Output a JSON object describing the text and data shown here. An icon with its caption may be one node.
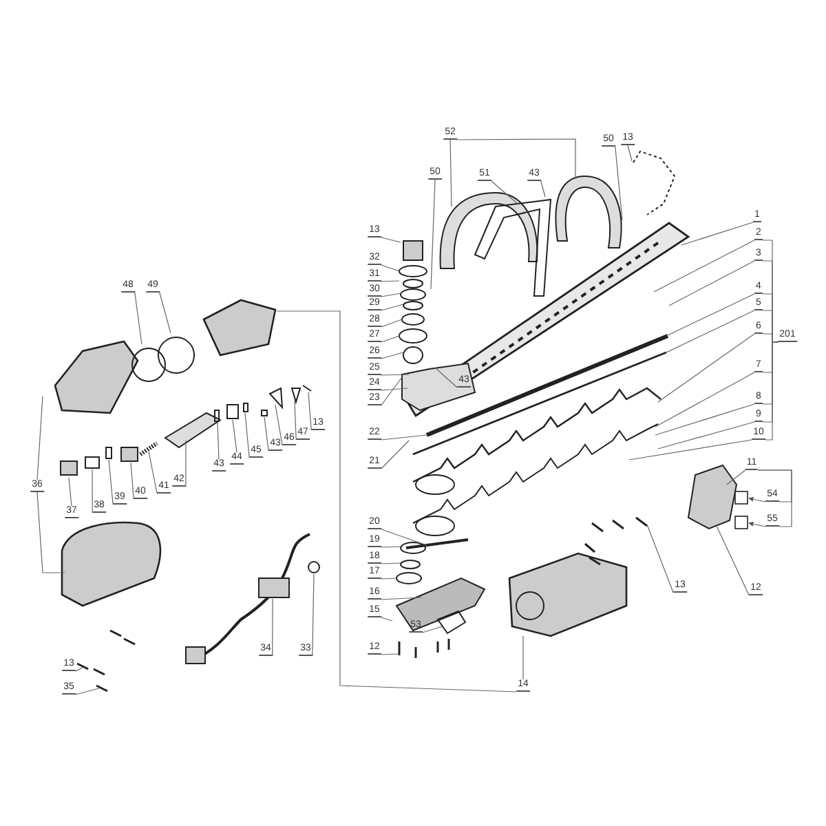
{
  "diagram": {
    "nodes": [
      {
        "text": [
          "52"
        ]
      },
      {
        "text": [
          "51"
        ]
      },
      {
        "text": [
          "43"
        ]
      },
      {
        "text": [
          "50"
        ]
      },
      {
        "text": [
          "13"
        ]
      },
      {
        "text": [
          "50"
        ]
      },
      {
        "text": [
          "13"
        ]
      },
      {
        "text": [
          "32"
        ]
      },
      {
        "text": [
          "31"
        ]
      },
      {
        "text": [
          "30"
        ]
      },
      {
        "text": [
          "29"
        ]
      },
      {
        "text": [
          "28"
        ]
      },
      {
        "text": [
          "27"
        ]
      },
      {
        "text": [
          "26"
        ]
      },
      {
        "text": [
          "25"
        ]
      },
      {
        "text": [
          "24"
        ]
      },
      {
        "text": [
          "23"
        ]
      },
      {
        "text": [
          "43"
        ]
      },
      {
        "text": [
          "22"
        ]
      },
      {
        "text": [
          "21"
        ]
      },
      {
        "text": [
          "1"
        ]
      },
      {
        "text": [
          "2"
        ]
      },
      {
        "text": [
          "3"
        ]
      },
      {
        "text": [
          "4"
        ]
      },
      {
        "text": [
          "5"
        ]
      },
      {
        "text": [
          "6"
        ]
      },
      {
        "text": [
          "7"
        ]
      },
      {
        "text": [
          "8"
        ]
      },
      {
        "text": [
          "9"
        ]
      },
      {
        "text": [
          "10"
        ]
      },
      {
        "text": [
          "201"
        ]
      },
      {
        "text": [
          "11"
        ]
      },
      {
        "text": [
          "54"
        ]
      },
      {
        "text": [
          "55"
        ]
      },
      {
        "text": [
          "12"
        ]
      },
      {
        "text": [
          "13"
        ]
      },
      {
        "text": [
          "14"
        ]
      },
      {
        "text": [
          "20"
        ]
      },
      {
        "text": [
          "19"
        ]
      },
      {
        "text": [
          "18"
        ]
      },
      {
        "text": [
          "17"
        ]
      },
      {
        "text": [
          "16"
        ]
      },
      {
        "text": [
          "15"
        ]
      },
      {
        "text": [
          "53"
        ]
      },
      {
        "text": [
          "12"
        ]
      },
      {
        "text": [
          "48"
        ]
      },
      {
        "text": [
          "49"
        ]
      },
      {
        "text": [
          "36"
        ]
      },
      {
        "text": [
          "37"
        ]
      },
      {
        "text": [
          "38"
        ]
      },
      {
        "text": [
          "39"
        ]
      },
      {
        "text": [
          "40"
        ]
      },
      {
        "text": [
          "41"
        ]
      },
      {
        "text": [
          "42"
        ]
      },
      {
        "text": [
          "43"
        ]
      },
      {
        "text": [
          "44"
        ]
      },
      {
        "text": [
          "45"
        ]
      },
      {
        "text": [
          "43"
        ]
      },
      {
        "text": [
          "46"
        ]
      },
      {
        "text": [
          "47"
        ]
      },
      {
        "text": [
          "13"
        ]
      },
      {
        "text": [
          "34"
        ]
      },
      {
        "text": [
          "33"
        ]
      },
      {
        "text": [
          "13"
        ]
      },
      {
        "text": [
          "35"
        ]
      }
    ],
    "edges": [
      {
        "from": 0,
        "to": null,
        "arrow": "none"
      },
      {
        "from": 0,
        "to": null,
        "arrow": "none"
      },
      {
        "from": 1,
        "to": null,
        "arrow": "none"
      },
      {
        "from": 2,
        "to": null,
        "arrow": "none"
      },
      {
        "from": 3,
        "to": null,
        "arrow": "none"
      },
      {
        "from": 4,
        "to": null,
        "arrow": "none"
      },
      {
        "from": 5,
        "to": null,
        "arrow": "none"
      },
      {
        "from": 6,
        "to": null,
        "arrow": "none"
      },
      {
        "from": 7,
        "to": null,
        "arrow": "none"
      },
      {
        "from": 8,
        "to": null,
        "arrow": "none"
      },
      {
        "from": 9,
        "to": null,
        "arrow": "none"
      },
      {
        "from": 10,
        "to": null,
        "arrow": "none"
      },
      {
        "from": 11,
        "to": null,
        "arrow": "none"
      },
      {
        "from": 12,
        "to": null,
        "arrow": "none"
      },
      {
        "from": 13,
        "to": null,
        "arrow": "none"
      },
      {
        "from": 14,
        "to": null,
        "arrow": "none"
      },
      {
        "from": 15,
        "to": null,
        "arrow": "none"
      },
      {
        "from": 16,
        "to": null,
        "arrow": "none"
      },
      {
        "from": 17,
        "to": null,
        "arrow": "none"
      },
      {
        "from": 18,
        "to": null,
        "arrow": "none"
      },
      {
        "from": 19,
        "to": null,
        "arrow": "none"
      },
      {
        "from": 20,
        "to": null,
        "arrow": "none"
      },
      {
        "from": 21,
        "to": null,
        "arrow": "none"
      },
      {
        "from": 22,
        "to": null,
        "arrow": "none"
      },
      {
        "from": 23,
        "to": null,
        "arrow": "none"
      },
      {
        "from": 24,
        "to": null,
        "arrow": "none"
      },
      {
        "from": 25,
        "to": null,
        "arrow": "none"
      },
      {
        "from": 26,
        "to": null,
        "arrow": "none"
      },
      {
        "from": 27,
        "to": null,
        "arrow": "none"
      },
      {
        "from": 28,
        "to": null,
        "arrow": "none"
      },
      {
        "from": 29,
        "to": null,
        "arrow": "none"
      },
      {
        "from": 31,
        "to": null,
        "arrow": "none"
      },
      {
        "from": 34,
        "to": null,
        "arrow": "none"
      },
      {
        "from": 35,
        "to": null,
        "arrow": "none"
      },
      {
        "from": 36,
        "to": null,
        "arrow": "none"
      },
      {
        "from": 36,
        "to": null,
        "arrow": "none"
      },
      {
        "from": 37,
        "to": null,
        "arrow": "none"
      },
      {
        "from": 38,
        "to": null,
        "arrow": "none"
      },
      {
        "from": 39,
        "to": null,
        "arrow": "none"
      },
      {
        "from": 40,
        "to": null,
        "arrow": "none"
      },
      {
        "from": 41,
        "to": null,
        "arrow": "none"
      },
      {
        "from": 42,
        "to": null,
        "arrow": "none"
      },
      {
        "from": 43,
        "to": null,
        "arrow": "none"
      },
      {
        "from": 44,
        "to": null,
        "arrow": "none"
      },
      {
        "from": 45,
        "to": null,
        "arrow": "none"
      },
      {
        "from": 46,
        "to": null,
        "arrow": "none"
      },
      {
        "from": 47,
        "to": null,
        "arrow": "none"
      },
      {
        "from": 47,
        "to": null,
        "arrow": "none"
      },
      {
        "from": 48,
        "to": null,
        "arrow": "none"
      },
      {
        "from": 49,
        "to": null,
        "arrow": "none"
      },
      {
        "from": 50,
        "to": null,
        "arrow": "none"
      },
      {
        "from": 51,
        "to": null,
        "arrow": "none"
      },
      {
        "from": 52,
        "to": null,
        "arrow": "none"
      },
      {
        "from": 53,
        "to": null,
        "arrow": "none"
      },
      {
        "from": 54,
        "to": null,
        "arrow": "none"
      },
      {
        "from": 55,
        "to": null,
        "arrow": "none"
      },
      {
        "from": 56,
        "to": null,
        "arrow": "none"
      },
      {
        "from": 57,
        "to": null,
        "arrow": "none"
      },
      {
        "from": 58,
        "to": null,
        "arrow": "none"
      },
      {
        "from": 59,
        "to": null,
        "arrow": "none"
      },
      {
        "from": 60,
        "to": null,
        "arrow": "none"
      },
      {
        "from": 61,
        "to": null,
        "arrow": "none"
      },
      {
        "from": 62,
        "to": null,
        "arrow": "none"
      },
      {
        "from": 63,
        "to": null,
        "arrow": "none"
      },
      {
        "from": 64,
        "to": null,
        "arrow": "none"
      },
      {
        "from": 30,
        "to": 21,
        "arrow": "none"
      },
      {
        "from": 30,
        "to": 22,
        "arrow": "none"
      },
      {
        "from": 30,
        "to": 23,
        "arrow": "none"
      },
      {
        "from": 30,
        "to": 24,
        "arrow": "none"
      },
      {
        "from": 30,
        "to": 25,
        "arrow": "none"
      },
      {
        "from": 30,
        "to": 26,
        "arrow": "none"
      },
      {
        "from": 30,
        "to": 27,
        "arrow": "none"
      },
      {
        "from": 30,
        "to": 28,
        "arrow": "none"
      },
      {
        "from": 30,
        "to": 29,
        "arrow": "none"
      },
      {
        "from": 31,
        "to": 32,
        "arrow": "none"
      },
      {
        "from": 31,
        "to": 33,
        "arrow": "none"
      },
      {
        "from": 32,
        "to": null,
        "arrow": "to"
      },
      {
        "from": 33,
        "to": null,
        "arrow": "to"
      }
    ]
  }
}
